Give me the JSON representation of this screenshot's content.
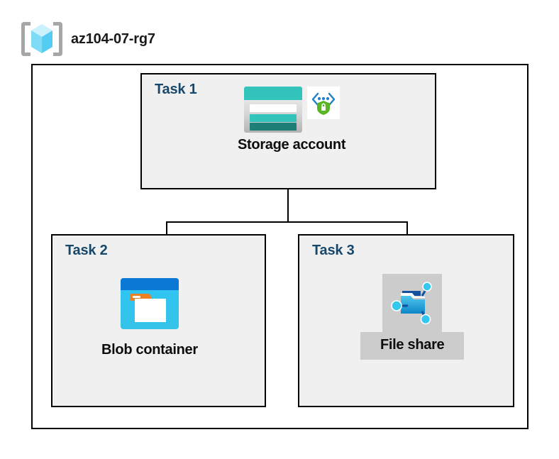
{
  "resource_group": {
    "name": "az104-07-rg7",
    "icon": "resource-group-cube-icon"
  },
  "diagram": {
    "type": "azure-architecture",
    "tasks": [
      {
        "id": "task1",
        "label": "Task 1",
        "node": {
          "caption": "Storage account",
          "icons": [
            "storage-account-icon",
            "private-endpoint-icon"
          ],
          "highlighted": false
        }
      },
      {
        "id": "task2",
        "label": "Task 2",
        "node": {
          "caption": "Blob container",
          "icons": [
            "blob-container-icon"
          ],
          "highlighted": false
        }
      },
      {
        "id": "task3",
        "label": "Task 3",
        "node": {
          "caption": "File share",
          "icons": [
            "file-share-icon"
          ],
          "highlighted": true
        }
      }
    ],
    "connections": [
      {
        "from": "Storage account",
        "to": "Blob container"
      },
      {
        "from": "Storage account",
        "to": "File share"
      }
    ]
  },
  "colors": {
    "task_label": "#17486b",
    "box_fill": "#f0f0f0",
    "box_border": "#000000",
    "caption_text": "#0d0d0d",
    "highlight_fill": "#cccccc",
    "storage_teal": "#32c3bb",
    "storage_teal_dark": "#1d7f78",
    "blob_blue": "#0a78d4",
    "blob_cyan": "#2ec4f3",
    "blob_orange": "#ef8022",
    "endpoint_green": "#5bb425",
    "endpoint_blue": "#1f7fc4",
    "fileshare_blue": "#2aa8e0",
    "fileshare_node_cyan": "#32c8f0",
    "rg_bracket_gray": "#a6a6a6",
    "rg_cube_cyan": "#9fe8fb"
  }
}
